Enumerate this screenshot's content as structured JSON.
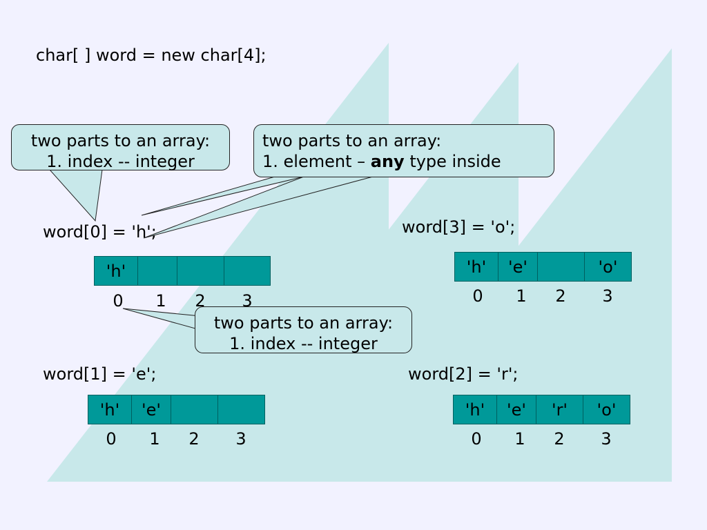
{
  "declaration": "char[ ]  word = new char[4];",
  "callouts": {
    "index_top": {
      "line1": "two parts to an array:",
      "line2": "1. index -- integer"
    },
    "element": {
      "line1": "two parts to an array:",
      "line2_prefix": "1. element – ",
      "line2_bold": "any",
      "line2_suffix": " type inside"
    },
    "index_bottom": {
      "line1": "two parts to an array:",
      "line2": "1. index -- integer"
    }
  },
  "steps": [
    {
      "stmt": "word[0] = 'h';",
      "cells": [
        "'h'",
        "",
        "",
        ""
      ],
      "indices": [
        "0",
        "1",
        "2",
        "3"
      ]
    },
    {
      "stmt": "word[1] = 'e';",
      "cells": [
        "'h'",
        "'e'",
        "",
        ""
      ],
      "indices": [
        "0",
        "1",
        "2",
        "3"
      ]
    },
    {
      "stmt": "word[2] = 'r';",
      "cells": [
        "'h'",
        "'e'",
        "'r'",
        "'o'"
      ],
      "indices": [
        "0",
        "1",
        "2",
        "3"
      ]
    },
    {
      "stmt": "word[3] = 'o';",
      "cells": [
        "'h'",
        "'e'",
        "",
        "'o'"
      ],
      "indices": [
        "0",
        "1",
        "2",
        "3"
      ]
    }
  ],
  "colors": {
    "background": "#f2f2ff",
    "stripe": "#c8e8ea",
    "cell_fill": "#009999",
    "callout_fill": "#c8e8ea"
  }
}
